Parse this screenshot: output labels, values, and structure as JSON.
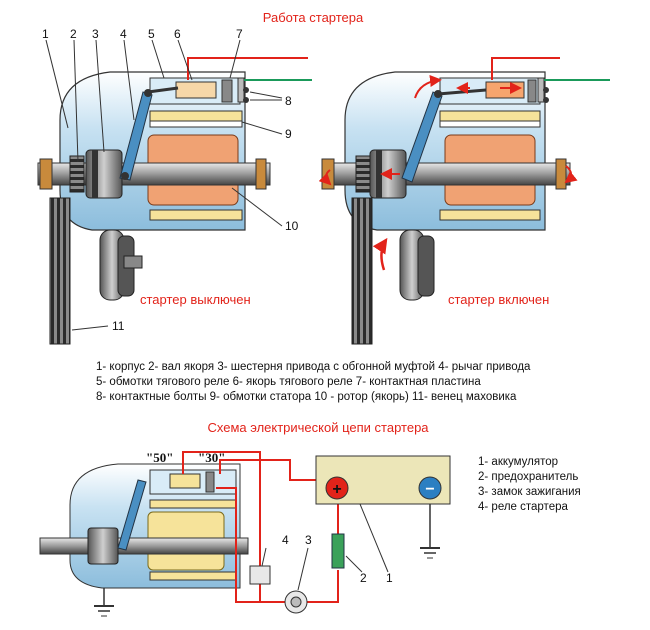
{
  "top_title": "Работа стартера",
  "off_label": "стартер выключен",
  "on_label": "стартер включен",
  "callouts_top": [
    "1",
    "2",
    "3",
    "4",
    "5",
    "6",
    "7",
    "8",
    "9",
    "10",
    "11"
  ],
  "legend_top": [
    "1- корпус 2- вал якоря 3- шестерня привода с обгонной муфтой 4- рычаг привода",
    "5- обмотки тягового реле 6- якорь тягового реле 7- контактная пластина",
    "8- контактные болты 9- обмотки статора 10 - ротор (якорь) 11- венец маховика"
  ],
  "circuit_title": "Схема электрической цепи стартера",
  "terminal_50": "\"50\"",
  "terminal_30": "\"30\"",
  "battery_plus": "+",
  "battery_minus": "−",
  "callouts_circuit": [
    "1",
    "2",
    "3",
    "4"
  ],
  "legend_circuit": [
    "1- аккумулятор",
    "2- предохранитель",
    "3- замок зажигания",
    "4- реле стартера"
  ],
  "colors": {
    "red": "#e2231a",
    "housing_blue": "#9fcbe5",
    "rotor": "#f0a273",
    "wire_green": "#1a9a5a",
    "battery": "#ece6b8"
  }
}
